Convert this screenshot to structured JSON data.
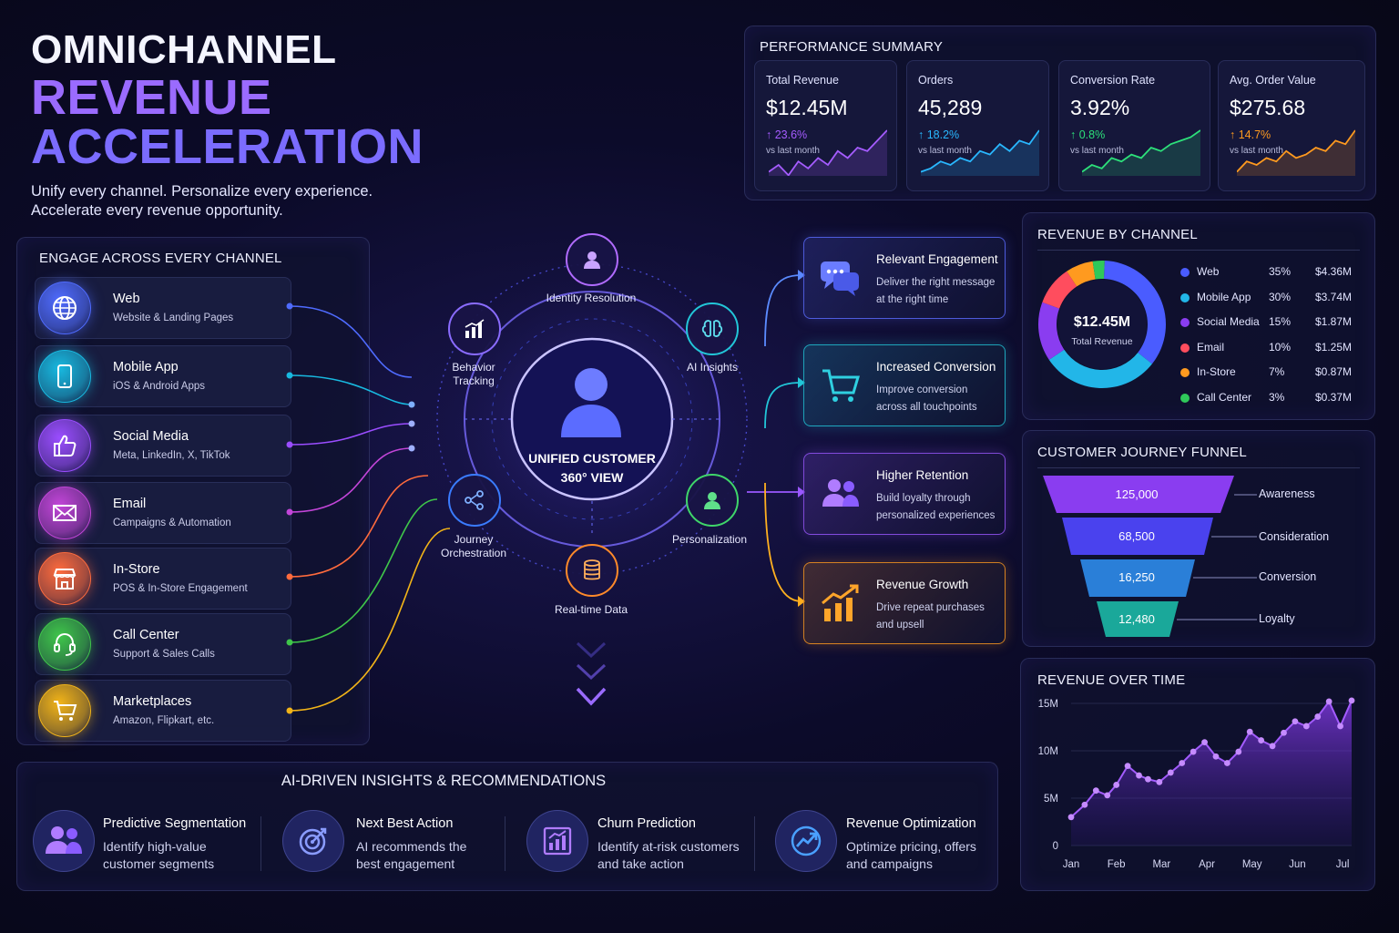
{
  "hero": {
    "line1": "OMNICHANNEL",
    "line2": "REVENUE",
    "line3": "ACCELERATION",
    "subtitle_1": "Unify every channel. Personalize every experience.",
    "subtitle_2": "Accelerate every revenue opportunity."
  },
  "performance": {
    "title": "PERFORMANCE SUMMARY",
    "cards": [
      {
        "label": "Total Revenue",
        "value": "$12.45M",
        "change": "↑ 23.6%",
        "vs": "vs last month",
        "color": "#a55cff"
      },
      {
        "label": "Orders",
        "value": "45,289",
        "change": "↑ 18.2%",
        "vs": "vs last month",
        "color": "#29b8ff"
      },
      {
        "label": "Conversion Rate",
        "value": "3.92%",
        "change": "↑ 0.8%",
        "vs": "vs last month",
        "color": "#2de07a"
      },
      {
        "label": "Avg. Order Value",
        "value": "$275.68",
        "change": "↑ 14.7%",
        "vs": "vs last month",
        "color": "#ff9a1f"
      }
    ]
  },
  "channels": {
    "title": "ENGAGE ACROSS EVERY CHANNEL",
    "items": [
      {
        "name": "Web",
        "desc": "Website & Landing Pages",
        "icon": "globe-icon",
        "color": "#4f6bff"
      },
      {
        "name": "Mobile App",
        "desc": "iOS & Android Apps",
        "icon": "smartphone-icon",
        "color": "#18b9e0"
      },
      {
        "name": "Social Media",
        "desc": "Meta, LinkedIn, X, TikTok",
        "icon": "thumbs-up-icon",
        "color": "#9a4dff"
      },
      {
        "name": "Email",
        "desc": "Campaigns & Automation",
        "icon": "envelope-icon",
        "color": "#c245d8"
      },
      {
        "name": "In-Store",
        "desc": "POS & In-Store Engagement",
        "icon": "storefront-icon",
        "color": "#ff6b3d"
      },
      {
        "name": "Call Center",
        "desc": "Support & Sales Calls",
        "icon": "headset-icon",
        "color": "#3fc64a"
      },
      {
        "name": "Marketplaces",
        "desc": "Amazon, Flipkart, etc.",
        "icon": "shopping-cart-icon",
        "color": "#f2b418"
      }
    ]
  },
  "hub": {
    "center_1": "UNIFIED CUSTOMER",
    "center_2": "360° VIEW",
    "nodes": {
      "identity": "Identity Resolution",
      "behavior_1": "Behavior",
      "behavior_2": "Tracking",
      "ai": "AI Insights",
      "journey_1": "Journey",
      "journey_2": "Orchestration",
      "personalization": "Personalization",
      "realtime": "Real-time Data"
    }
  },
  "outcomes": [
    {
      "title": "Relevant Engagement",
      "desc": "Deliver the right message at the right time",
      "icon": "chat-bubbles-icon",
      "color": "#5b6bff"
    },
    {
      "title": "Increased Conversion",
      "desc": "Improve conversion across all touchpoints",
      "icon": "cart-icon",
      "color": "#22c6d8"
    },
    {
      "title": "Higher Retention",
      "desc": "Build loyalty through personalized experiences",
      "icon": "users-icon",
      "color": "#9a58ff"
    },
    {
      "title": "Revenue Growth",
      "desc": "Drive repeat purchases and upsell",
      "icon": "growth-chart-icon",
      "color": "#ff9a1f"
    }
  ],
  "revenue_by_channel": {
    "title": "REVENUE BY CHANNEL",
    "total": "$12.45M",
    "total_label": "Total Revenue"
  },
  "funnel": {
    "title": "CUSTOMER JOURNEY FUNNEL",
    "stages": [
      {
        "value": "125,000",
        "label": "Awareness",
        "color": "#8a3df0"
      },
      {
        "value": "68,500",
        "label": "Consideration",
        "color": "#4a42ee"
      },
      {
        "value": "16,250",
        "label": "Conversion",
        "color": "#2a7fd8"
      },
      {
        "value": "12,480",
        "label": "Loyalty",
        "color": "#1aa89a"
      }
    ]
  },
  "revenue_over_time": {
    "title": "REVENUE OVER TIME"
  },
  "insights": {
    "title": "AI-DRIVEN INSIGHTS & RECOMMENDATIONS",
    "items": [
      {
        "title": "Predictive Segmentation",
        "desc": "Identify high-value customer segments",
        "icon": "users-icon"
      },
      {
        "title": "Next Best Action",
        "desc": "AI recommends the best engagement",
        "icon": "target-icon"
      },
      {
        "title": "Churn Prediction",
        "desc": "Identify at-risk customers and take action",
        "icon": "bar-chart-icon"
      },
      {
        "title": "Revenue Optimization",
        "desc": "Optimize pricing, offers and campaigns",
        "icon": "trend-arrow-icon"
      }
    ]
  },
  "chart_data": [
    {
      "type": "pie",
      "title": "REVENUE BY CHANNEL",
      "categories": [
        "Web",
        "Mobile App",
        "Social Media",
        "Email",
        "In-Store",
        "Call Center"
      ],
      "values": [
        35,
        30,
        15,
        10,
        7,
        3
      ],
      "amounts": [
        "$4.36M",
        "$3.74M",
        "$1.87M",
        "$1.25M",
        "$0.87M",
        "$0.37M"
      ],
      "percent_labels": [
        "35%",
        "30%",
        "15%",
        "10%",
        "7%",
        "3%"
      ],
      "colors": [
        "#4a5cff",
        "#22b6e8",
        "#8a3df0",
        "#ff4d5e",
        "#ff9a1f",
        "#2fc85a"
      ],
      "legend": "right"
    },
    {
      "type": "area",
      "title": "REVENUE OVER TIME",
      "categories": [
        "Jan",
        "Feb",
        "Mar",
        "Apr",
        "May",
        "Jun",
        "Jul"
      ],
      "x": [
        0,
        0.3,
        0.55,
        0.8,
        1.0,
        1.25,
        1.5,
        1.7,
        1.95,
        2.2,
        2.45,
        2.7,
        2.95,
        3.2,
        3.45,
        3.7,
        3.95,
        4.2,
        4.45,
        4.7,
        4.95,
        5.2,
        5.45,
        5.7,
        5.95,
        6.2
      ],
      "y": [
        3.0,
        4.3,
        5.8,
        5.3,
        6.4,
        8.4,
        7.4,
        7.0,
        6.7,
        7.7,
        8.7,
        9.9,
        10.9,
        9.4,
        8.7,
        9.9,
        12.0,
        11.1,
        10.5,
        11.9,
        13.1,
        12.6,
        13.6,
        15.2,
        12.6,
        15.3
      ],
      "yticks": [
        "0",
        "5M",
        "10M",
        "15M"
      ],
      "ylim": [
        0,
        15
      ],
      "color": "#a35cff",
      "grid": true
    }
  ]
}
